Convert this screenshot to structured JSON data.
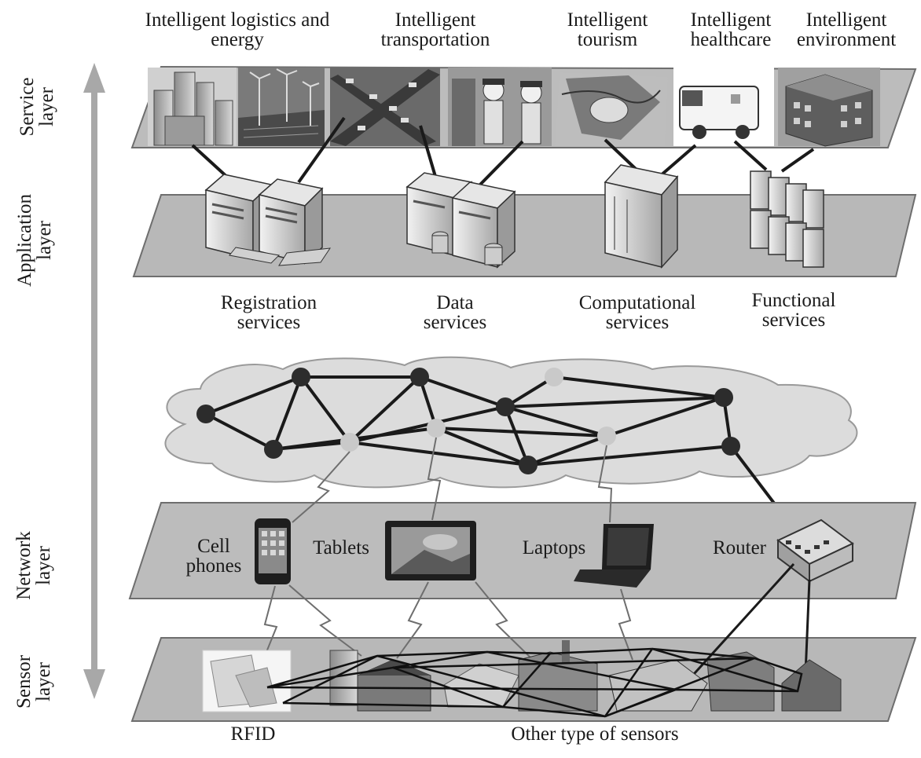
{
  "layers": {
    "service": "Service layer",
    "application": "Application layer",
    "network": "Network layer",
    "sensor": "Sensor layer"
  },
  "services": {
    "logistics": "Intelligent logistics and energy",
    "transportation": "Intelligent transportation",
    "tourism": "Intelligent tourism",
    "healthcare": "Intelligent healthcare",
    "environment": "Intelligent environment"
  },
  "applications": {
    "registration": "Registration services",
    "data": "Data services",
    "computational": "Computational services",
    "functional": "Functional services"
  },
  "devices": {
    "cell_phones": "Cell phones",
    "tablets": "Tablets",
    "laptops": "Laptops",
    "router": "Router"
  },
  "sensors": {
    "rfid": "RFID",
    "other": "Other type of sensors"
  },
  "icons": {
    "city": "city-skyline-icon",
    "wind": "wind-turbine-icon",
    "intersection": "intersection-icon",
    "police": "traffic-police-icon",
    "map": "tourism-map-icon",
    "ambulance": "ambulance-icon",
    "building": "building-icon",
    "server": "server-icon",
    "phone": "cell-phone-icon",
    "tablet": "tablet-icon",
    "laptop": "laptop-icon",
    "router": "router-icon",
    "rfid": "rfid-tag-icon"
  },
  "colors": {
    "layer_fill": "#b8b8b8",
    "layer_stroke": "#6e6e6e",
    "cloud_fill": "#dcdcdc",
    "node_dark": "#2c2c2c",
    "node_light": "#c9c9c9",
    "arrow": "#a8a8a8"
  }
}
